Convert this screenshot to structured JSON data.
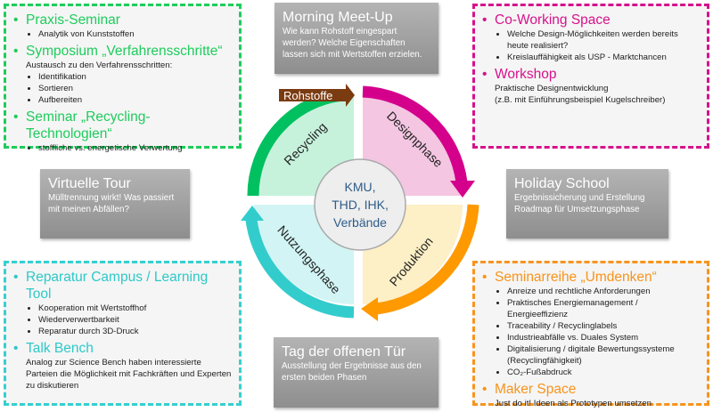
{
  "boxes": {
    "green": {
      "items": [
        {
          "title": "Praxis-Seminar",
          "bullets": [
            "Analytik von Kunststoffen"
          ]
        },
        {
          "title": "Symposium „Verfahrensschritte“",
          "text": "Austausch zu den Verfahrensschritten:",
          "bullets": [
            "Identifikation",
            "Sortieren",
            "Aufbereiten"
          ]
        },
        {
          "title": "Seminar „Recycling-Technologien“",
          "bullets": [
            "stoffliche vs. energetische Verwertung"
          ]
        }
      ]
    },
    "magenta": {
      "items": [
        {
          "title": "Co-Working Space",
          "bullets": [
            "Welche Design-Möglichkeiten werden bereits heute realisiert?",
            "Kreislauffähigkeit als USP - Marktchancen"
          ]
        },
        {
          "title": "Workshop",
          "text1": "Praktische Designentwicklung",
          "text2": "(z.B. mit Einführungsbeispiel Kugelschreiber)"
        }
      ]
    },
    "cyan": {
      "items": [
        {
          "title": "Reparatur Campus / Learning Tool",
          "bullets": [
            "Kooperation mit Wertstoffhof",
            "Wiederverwertbarkeit",
            "Reparatur durch 3D-Druck"
          ]
        },
        {
          "title": "Talk Bench",
          "text": "Analog zur Science Bench haben interessierte Parteien die Möglichkeit mit Fachkräften und Experten zu diskutieren"
        }
      ]
    },
    "orange": {
      "items": [
        {
          "title": "Seminarreihe „Umdenken“",
          "bullets": [
            "Anreize und rechtliche Anforderungen",
            "Praktisches Energiemanagement / Energieeffizienz",
            "Traceability / Recyclinglabels",
            "Industrieabfälle vs. Duales System",
            "Digitalisierung / digitale Bewertungssysteme (Recyclingfähigkeit)",
            "CO₂-Fußabdruck"
          ]
        },
        {
          "title": "Maker Space",
          "text": "Just do it! Ideen als Prototypen umsetzen"
        }
      ]
    }
  },
  "gray": {
    "morning": {
      "title": "Morning Meet-Up",
      "text": "Wie kann Rohstoff eingespart werden? Welche Eigenschaften lassen sich mit Wertstoffen erzielen."
    },
    "virtual": {
      "title": "Virtuelle Tour",
      "text": "Mülltrennung wirkt! Was passiert mit meinen Abfällen?"
    },
    "holiday": {
      "title": "Holiday School",
      "text": "Ergebnissicherung und Erstellung Roadmap für Umsetzungsphase"
    },
    "openday": {
      "title": "Tag der offenen Tür",
      "text": "Ausstellung der Ergebnisse aus den ersten beiden Phasen"
    }
  },
  "cycle": {
    "input": "Rohstoffe",
    "phases": [
      "Recycling",
      "Designphase",
      "Produktion",
      "Nutzungsphase"
    ],
    "center": [
      "KMU,",
      "THD, IHK,",
      "Verbände"
    ],
    "colors": {
      "recycling": "#00c060",
      "design": "#d4008c",
      "production": "#ff9900",
      "usage": "#33cccc",
      "input": "#7a3b10"
    }
  }
}
